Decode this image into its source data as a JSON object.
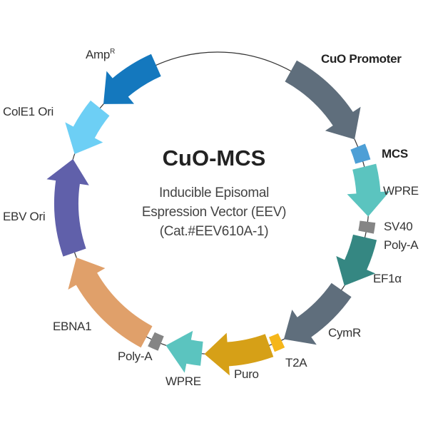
{
  "plasmid": {
    "name": "CuO-MCS",
    "description_lines": [
      "Inducible Episomal",
      "Espression Vector (EEV)",
      "(Cat.#EEV610A-1)"
    ]
  },
  "features": [
    {
      "id": "cuo-promoter",
      "label": "CuO Promoter",
      "color": "#5f6e7c",
      "kind": "arrow",
      "bold": true
    },
    {
      "id": "mcs",
      "label": "MCS",
      "color": "#4d9fd6",
      "kind": "box",
      "bold": true
    },
    {
      "id": "wpre-1",
      "label": "WPRE",
      "color": "#5bc4bf",
      "kind": "arrow"
    },
    {
      "id": "sv40-polya",
      "label": "SV40",
      "label2": "Poly-A",
      "color": "#858585",
      "kind": "box"
    },
    {
      "id": "ef1a",
      "label": "EF1α",
      "color": "#358782",
      "kind": "arrow"
    },
    {
      "id": "cymr",
      "label": "CymR",
      "color": "#5f6e7c",
      "kind": "arrow"
    },
    {
      "id": "t2a",
      "label": "T2A",
      "color": "#f5b61a",
      "kind": "box"
    },
    {
      "id": "puro",
      "label": "Puro",
      "color": "#d6a017",
      "kind": "arrow"
    },
    {
      "id": "wpre-2",
      "label": "WPRE",
      "color": "#5bc4bf",
      "kind": "arrow"
    },
    {
      "id": "polya",
      "label": "Poly-A",
      "color": "#858585",
      "kind": "box"
    },
    {
      "id": "ebna1",
      "label": "EBNA1",
      "color": "#e0a06a",
      "kind": "arrow"
    },
    {
      "id": "ebv-ori",
      "label": "EBV Ori",
      "color": "#6060aa",
      "kind": "arrow"
    },
    {
      "id": "cole1-ori",
      "label": "ColE1 Ori",
      "color": "#6dcff5",
      "kind": "arrow"
    },
    {
      "id": "ampr",
      "label": "Amp",
      "label_sup": "R",
      "color": "#1478be",
      "kind": "arrow"
    }
  ]
}
